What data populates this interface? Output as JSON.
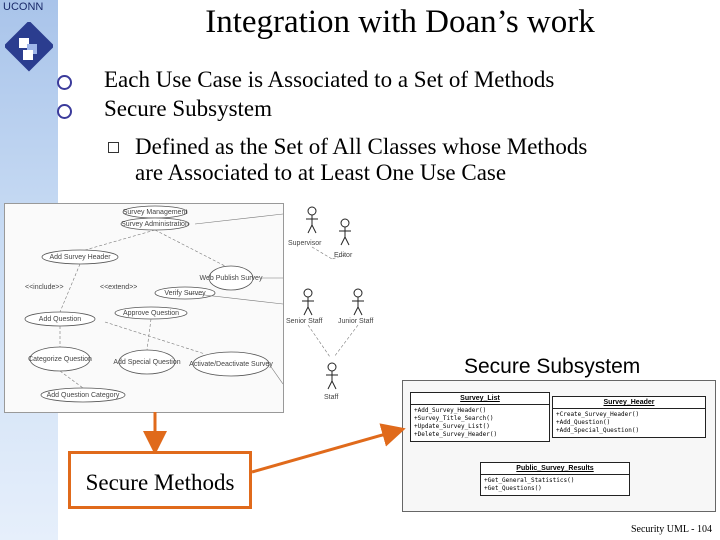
{
  "header": {
    "logo_text": "UCONN",
    "title": "Integration with Doan’s work"
  },
  "bullets": [
    {
      "text": "Each Use Case is Associated to a Set of Methods"
    },
    {
      "text": "Secure Subsystem"
    }
  ],
  "sub_bullet": {
    "line1": "Defined as the Set of All Classes whose Methods",
    "line2": "are Associated to at Least One Use Case"
  },
  "diagram": {
    "use_cases": [
      "Survey Management",
      "Survey Administration",
      "Add Survey Header",
      "Add Question",
      "Categorize Question",
      "Add Special Question",
      "Add Question Category",
      "Web Publish Survey",
      "Verify Survey",
      "Approve Question",
      "Activate/Deactivate Survey"
    ],
    "actors": [
      "Supervisor",
      "Editor",
      "Senior Staff",
      "Junior Staff",
      "Staff"
    ],
    "stereotypes": [
      "<<include>>",
      "<<extend>>"
    ]
  },
  "secure_subsystem": {
    "title": "Secure Subsystem",
    "classes": [
      {
        "name": "Survey_List",
        "methods": [
          "+Add_Survey_Header()",
          "+Survey_Title_Search()",
          "+Update_Survey_List()",
          "+Delete_Survey_Header()"
        ]
      },
      {
        "name": "Survey_Header",
        "methods": [
          "+Create_Survey_Header()",
          "+Add_Question()",
          "+Add_Special_Question()"
        ]
      },
      {
        "name": "Public_Survey_Results",
        "methods": [
          "+Get_General_Statistics()",
          "+Get_Questions()"
        ]
      }
    ]
  },
  "secure_methods_label": "Secure Methods",
  "footer": "Security UML - 104",
  "colors": {
    "arrow": "#e06a1b",
    "bullet": "#3b3b9b",
    "sidebar": "#a9c4ea"
  }
}
